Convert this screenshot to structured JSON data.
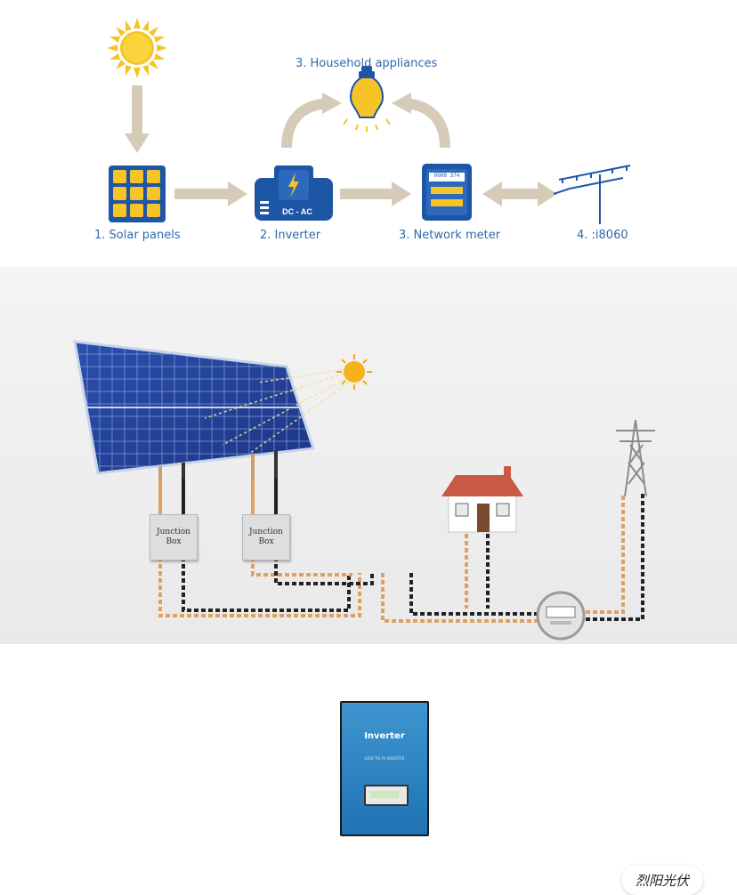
{
  "top_diagram": {
    "household_label": "3. Household appliances",
    "solar_label": "1. Solar panels",
    "inverter_label": "2. Inverter",
    "inverter_icon_text": "DC - AC",
    "meter_label": "3. Network meter",
    "meter_display_text": "0008 374",
    "grid_label": "4. :i8060",
    "colors": {
      "accent_blue": "#1e56a6",
      "label_blue": "#2f6aa8",
      "sun_yellow": "#f6c427",
      "arrow_gray": "#d5cbb8"
    }
  },
  "bottom_diagram": {
    "junction_box_1": {
      "line1": "Junction",
      "line2": "Box"
    },
    "junction_box_2": {
      "line1": "Junction",
      "line2": "Box"
    },
    "inverter_title": "Inverter",
    "inverter_subtext": "GRID TIE PV\nINVERTER",
    "watermark": "烈阳光伏",
    "colors": {
      "panel_blue": "#23469c",
      "inverter_blue": "#2a86c6",
      "roof_red": "#c85a45",
      "wire_orange": "#e0a060",
      "wire_black": "#222222"
    }
  }
}
